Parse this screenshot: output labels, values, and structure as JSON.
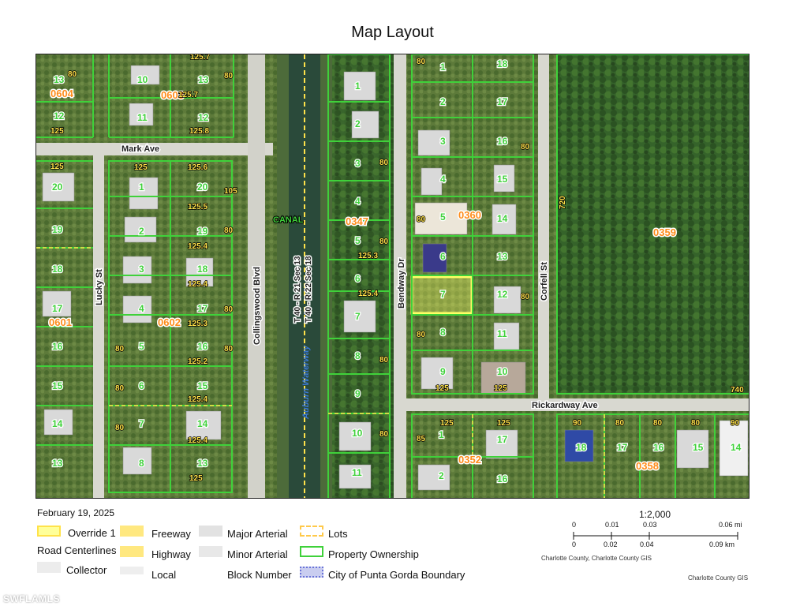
{
  "title": "Map Layout",
  "date": "February 19, 2025",
  "scale": {
    "ratio": "1:2,000",
    "mi_ticks": [
      "0",
      "0.01",
      "0.03",
      "0.06 mi"
    ],
    "km_ticks": [
      "0",
      "0.02",
      "0.04",
      "0.09 km"
    ]
  },
  "credits": {
    "map": "Charlotte County, Charlotte County GIS",
    "corner": "Charlotte County GIS"
  },
  "watermark": "SWFLAMLS",
  "legend": {
    "override": "Override 1",
    "freeway": "Freeway",
    "major_arterial": "Major Arterial",
    "lots": "Lots",
    "road_centerlines": "Road Centerlines",
    "highway": "Highway",
    "minor_arterial": "Minor Arterial",
    "property_ownership": "Property Ownership",
    "collector": "Collector",
    "local": "Local",
    "block_number": "Block Number",
    "city_boundary": "City of Punta Gorda Boundary"
  },
  "colors": {
    "parcel": "#3fd13a",
    "lot": "#ffe24a",
    "block": "#ff8c1a",
    "canal": "#2a4a3a",
    "forest": "#2d5a24",
    "road": "#d8d8d0",
    "highlight": "#ffff66"
  },
  "streets": {
    "mark_ave": "Mark Ave",
    "lucky_st": "Lucky St",
    "collingswood": "Collingswood Blvd",
    "bendway": "Bendway Dr",
    "corfell": "Corfell St",
    "rickardway": "Rickardway Ave",
    "canal": "CANAL",
    "auburn": "Auburn Waterway",
    "survey1": "T 40 - R 21  Sec 13",
    "survey2": "T 40 - R 22  Sec 18"
  },
  "blocks": {
    "b0604": "0604",
    "b0603": "0603",
    "b0601": "0601",
    "b0602": "0602",
    "b0347": "0347",
    "b0360": "0360",
    "b0359": "0359",
    "b0352": "0352",
    "b0358": "0358"
  },
  "lot_numbers": {
    "l1": "13",
    "l2": "12",
    "l3": "10",
    "l4": "11",
    "l5": "13",
    "l6": "12",
    "l7": "20",
    "l8": "19",
    "l9": "18",
    "l10": "17",
    "l11": "16",
    "l12": "15",
    "l13": "14",
    "l14": "13",
    "l15": "1",
    "l16": "2",
    "l17": "3",
    "l18": "4",
    "l19": "5",
    "l20": "6",
    "l21": "7",
    "l22": "8",
    "l23": "20",
    "l24": "19",
    "l25": "18",
    "l26": "17",
    "l27": "16",
    "l28": "15",
    "l29": "14",
    "l30": "13",
    "l31": "1",
    "l32": "2",
    "l33": "3",
    "l34": "4",
    "l35": "5",
    "l36": "6",
    "l37": "7",
    "l38": "8",
    "l39": "9",
    "l40": "10",
    "l41": "11",
    "l42": "1",
    "l43": "2",
    "l44": "3",
    "l45": "4",
    "l46": "5",
    "l47": "6",
    "l48": "7",
    "l49": "8",
    "l50": "9",
    "l51": "10",
    "l52": "18",
    "l53": "17",
    "l54": "16",
    "l55": "15",
    "l56": "14",
    "l57": "13",
    "l58": "12",
    "l59": "11",
    "l60": "1",
    "l61": "2",
    "l62": "17",
    "l63": "16",
    "l64": "18",
    "l65": "17",
    "l66": "16",
    "l67": "15",
    "l68": "14"
  },
  "dimensions": {
    "d80": "80",
    "d125": "125",
    "d1257": "125.7",
    "d1256": "125.6",
    "d1255": "125.5",
    "d1254": "125.4",
    "d1253": "125.3",
    "d1252": "125.2",
    "d1258": "125.8",
    "d105": "105",
    "d90": "90",
    "d85": "85",
    "d720": "720",
    "d740": "740"
  }
}
